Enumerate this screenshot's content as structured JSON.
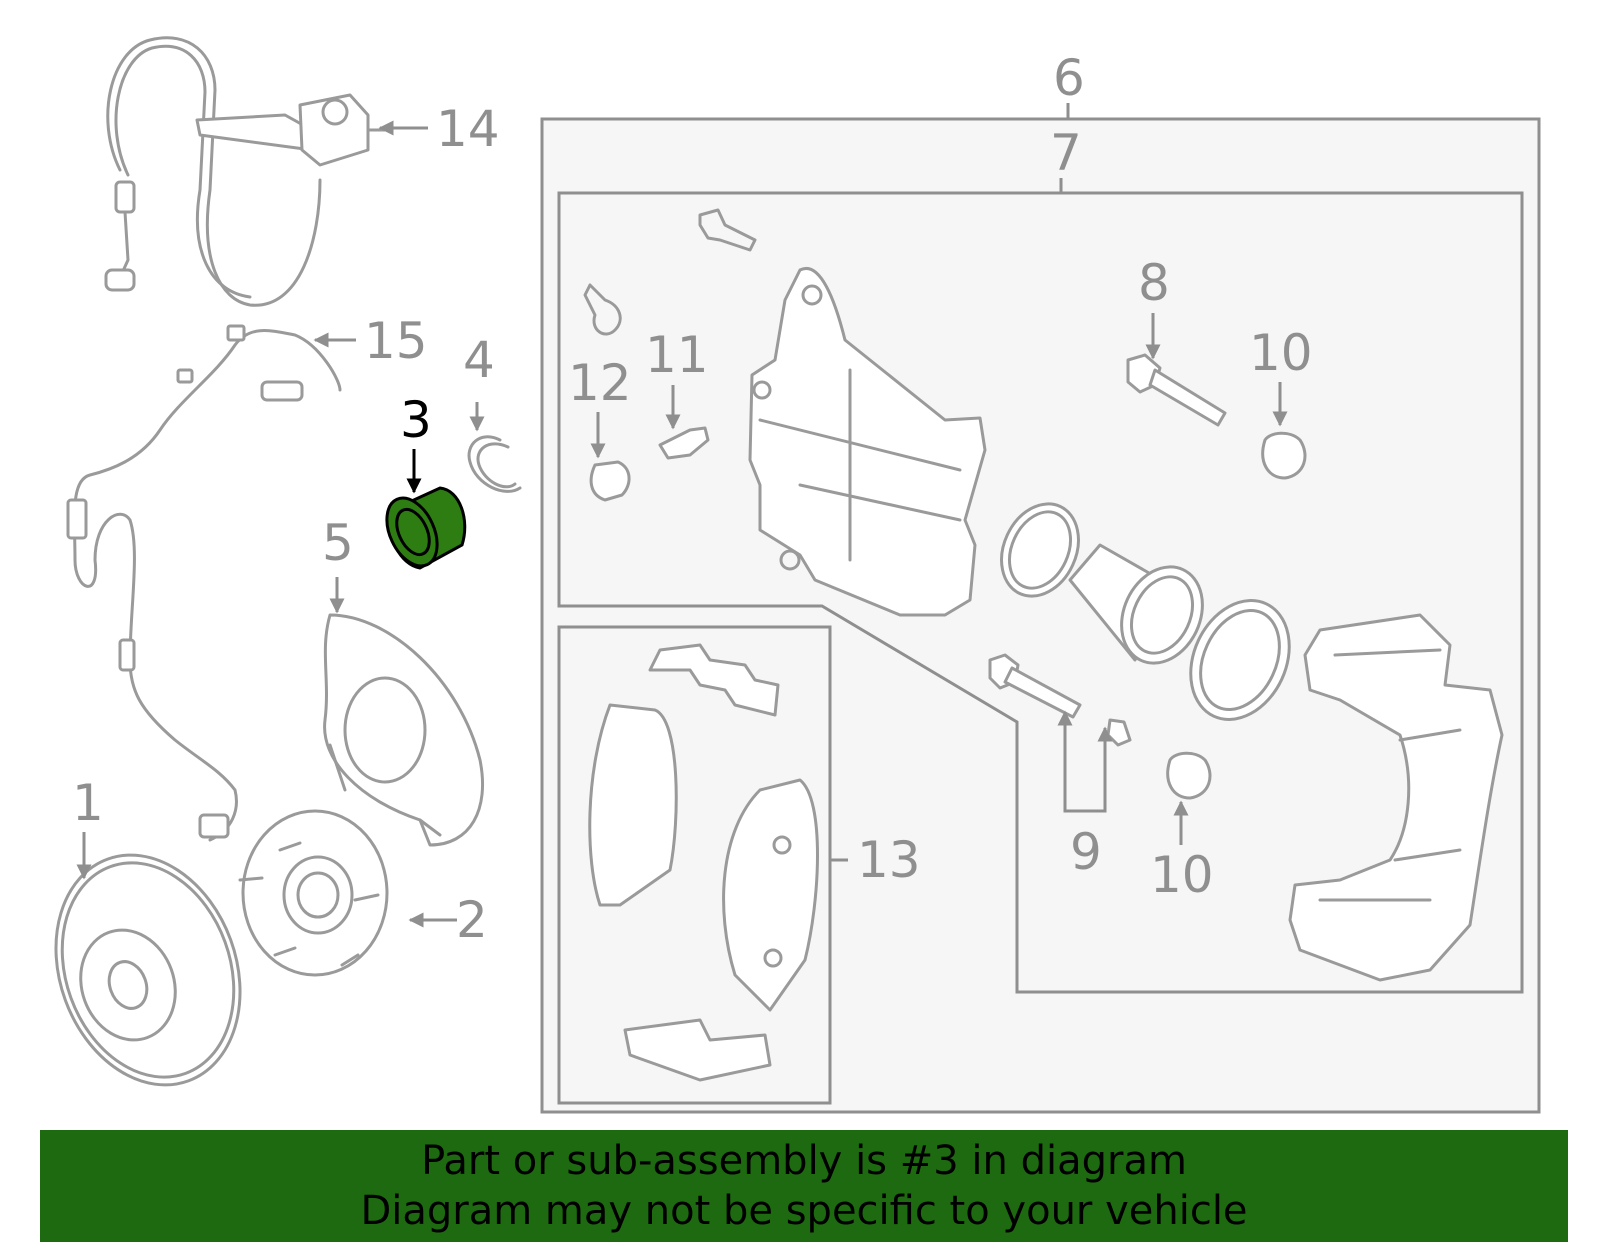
{
  "colors": {
    "highlight_part": "#2e7d12",
    "banner_background": "#1e6a10",
    "part_lines": "#9a9a9a",
    "box_fill": "#f6f6f6"
  },
  "callouts": {
    "c1": "1",
    "c2": "2",
    "c3": "3",
    "c4": "4",
    "c5": "5",
    "c6": "6",
    "c7": "7",
    "c8": "8",
    "c9": "9",
    "c10a": "10",
    "c10b": "10",
    "c11": "11",
    "c12": "12",
    "c13": "13",
    "c14": "14",
    "c15": "15"
  },
  "highlighted_callout": "3",
  "banner": {
    "line1": "Part or sub-assembly is #3 in diagram",
    "line2": "Diagram may not be specific to your vehicle"
  }
}
